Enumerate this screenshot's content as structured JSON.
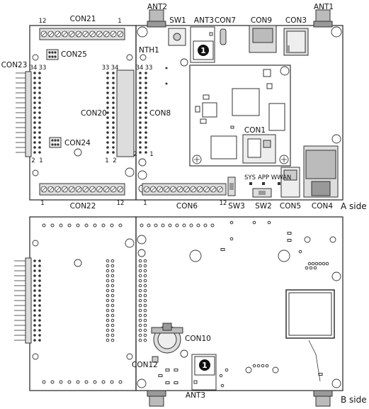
{
  "a_side": {
    "side_label": "A side",
    "labels": {
      "ant2": "ANT2",
      "ant1": "ANT1",
      "con21": "CON21",
      "sw1": "SW1",
      "ant3": "ANT3",
      "con7": "CON7",
      "con9": "CON9",
      "con3": "CON3",
      "con25": "CON25",
      "nth1": "NTH1",
      "con23": "CON23",
      "con20": "CON20",
      "con8": "CON8",
      "con1": "CON1",
      "con24": "CON24",
      "con22": "CON22",
      "con6": "CON6",
      "sw3": "SW3",
      "sw2": "SW2",
      "con5": "CON5",
      "con4": "CON4"
    },
    "led_labels": {
      "sys": "SYS",
      "app": "APP",
      "wwan": "WWAN"
    },
    "pin_labels": {
      "con21_left": "12",
      "con21_right": "1",
      "con23_a": "34",
      "con23_b": "33",
      "con23_c": "2",
      "con23_d": "1",
      "con20_a": "33",
      "con20_b": "34",
      "con20_c": "1",
      "con20_d": "2",
      "con8_a": "34",
      "con8_b": "33",
      "con8_c": "2",
      "con8_d": "1",
      "con22_left": "1",
      "con22_right": "12",
      "con6_left": "1",
      "con6_right": "12"
    },
    "markers": {
      "ant3_marker": "1"
    }
  },
  "b_side": {
    "side_label": "B side",
    "labels": {
      "con10": "CON10",
      "con12": "CON12",
      "ant3": "ANT3"
    },
    "markers": {
      "ant3_marker": "1"
    }
  }
}
